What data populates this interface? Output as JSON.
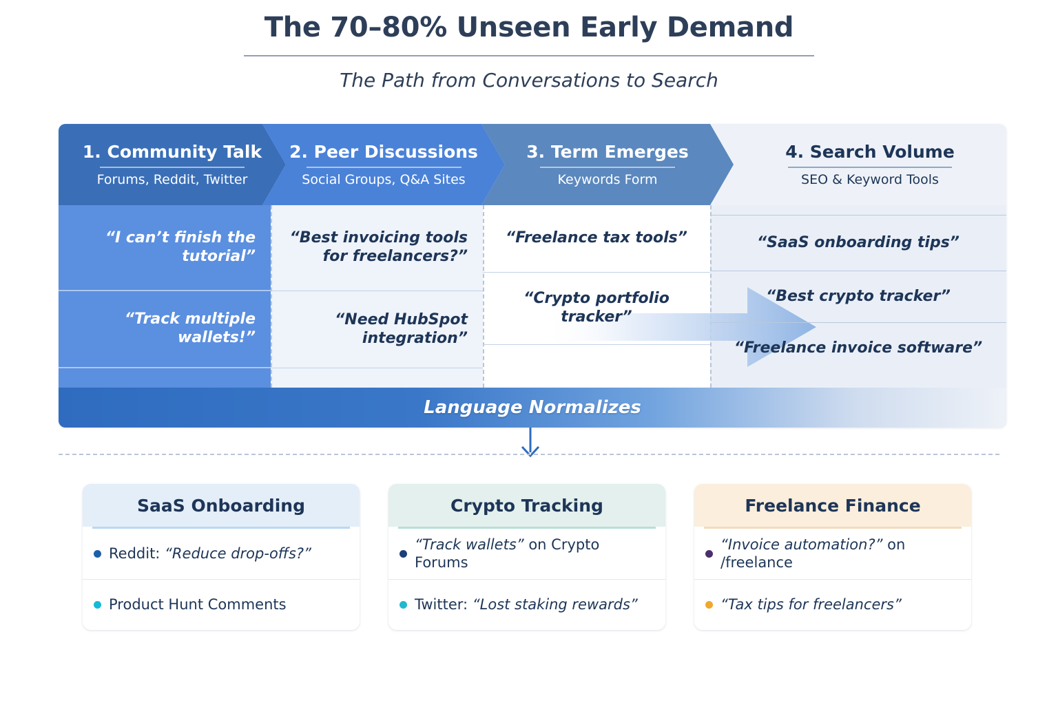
{
  "header": {
    "title": "The 70–80% Unseen Early Demand",
    "subtitle": "The Path from Conversations to Search"
  },
  "funnel": {
    "stages": [
      {
        "title": "1. Community Talk",
        "subtitle": "Forums, Reddit, Twitter",
        "quotes": [
          "“I can’t finish the tutorial”",
          "“Track multiple wallets!”"
        ]
      },
      {
        "title": "2. Peer Discussions",
        "subtitle": "Social Groups, Q&A Sites",
        "quotes": [
          "“Best invoicing tools for freelancers?”",
          "“Need HubSpot integration”"
        ]
      },
      {
        "title": "3. Term Emerges",
        "subtitle": "Keywords Form",
        "quotes": [
          "“Freelance tax tools”",
          "“Crypto portfolio tracker”"
        ]
      },
      {
        "title": "4. Search Volume",
        "subtitle": "SEO & Keyword Tools",
        "quotes": [
          "“SaaS onboarding tips”",
          "“Best crypto tracker”",
          "“Freelance invoice software”"
        ]
      }
    ],
    "normalize_label": "Language Normalizes"
  },
  "cards": [
    {
      "title": "SaaS Onboarding",
      "items": [
        {
          "prefix": "Reddit: ",
          "quote": "“Reduce drop-offs?”",
          "suffix": "",
          "dot_color": "#1f5fa8"
        },
        {
          "prefix": "Product Hunt Comments",
          "quote": "",
          "suffix": "",
          "dot_color": "#17b9d8"
        }
      ]
    },
    {
      "title": "Crypto Tracking",
      "items": [
        {
          "prefix": "",
          "quote": "“Track wallets”",
          "suffix": " on Crypto Forums",
          "dot_color": "#1d3f77"
        },
        {
          "prefix": "Twitter: ",
          "quote": "“Lost staking rewards”",
          "suffix": "",
          "dot_color": "#22b8cf"
        }
      ]
    },
    {
      "title": "Freelance Finance",
      "items": [
        {
          "prefix": "",
          "quote": "“Invoice automation?”",
          "suffix": " on /freelance",
          "dot_color": "#4b2e6b"
        },
        {
          "prefix": "",
          "quote": "“Tax tips for freelancers”",
          "suffix": "",
          "dot_color": "#f0a82c"
        }
      ]
    }
  ],
  "colors": {
    "stage1": "#3a6fb8",
    "stage2": "#4a82d8",
    "stage3": "#5b88be",
    "stage4": "#eaeff7",
    "title_navy": "#2d3e58",
    "quote_navy": "#1d3557",
    "arrow_blue": "#8fb4e4"
  }
}
